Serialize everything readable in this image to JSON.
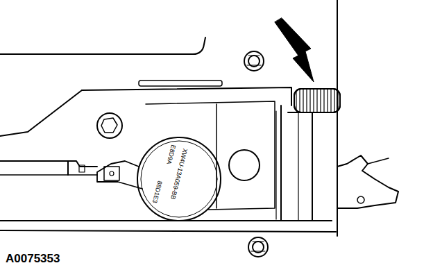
{
  "diagram": {
    "labels": [
      "A0075353",
      "E8D9A",
      "XW4U-13A059-BB",
      "88D1E3"
    ]
  }
}
